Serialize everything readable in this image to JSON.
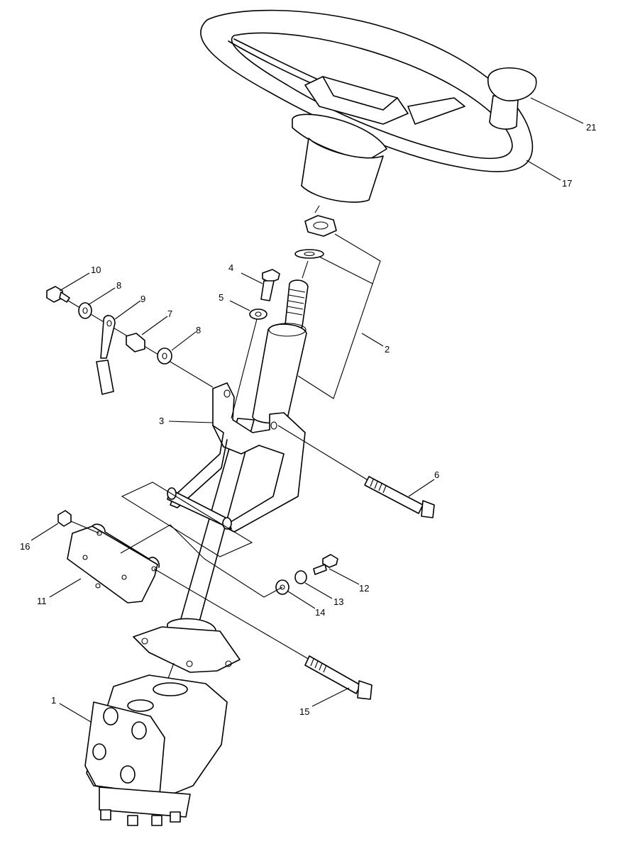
{
  "callouts": [
    {
      "id": "c21",
      "text": "21"
    },
    {
      "id": "c17",
      "text": "17"
    },
    {
      "id": "c2",
      "text": "2"
    },
    {
      "id": "c4",
      "text": "4"
    },
    {
      "id": "c5",
      "text": "5"
    },
    {
      "id": "c10",
      "text": "10"
    },
    {
      "id": "c8a",
      "text": "8"
    },
    {
      "id": "c9",
      "text": "9"
    },
    {
      "id": "c7",
      "text": "7"
    },
    {
      "id": "c8b",
      "text": "8"
    },
    {
      "id": "c3",
      "text": "3"
    },
    {
      "id": "c6",
      "text": "6"
    },
    {
      "id": "c16",
      "text": "16"
    },
    {
      "id": "c11",
      "text": "11"
    },
    {
      "id": "c12",
      "text": "12"
    },
    {
      "id": "c13",
      "text": "13"
    },
    {
      "id": "c14",
      "text": "14"
    },
    {
      "id": "c15",
      "text": "15"
    },
    {
      "id": "c1",
      "text": "1"
    }
  ]
}
